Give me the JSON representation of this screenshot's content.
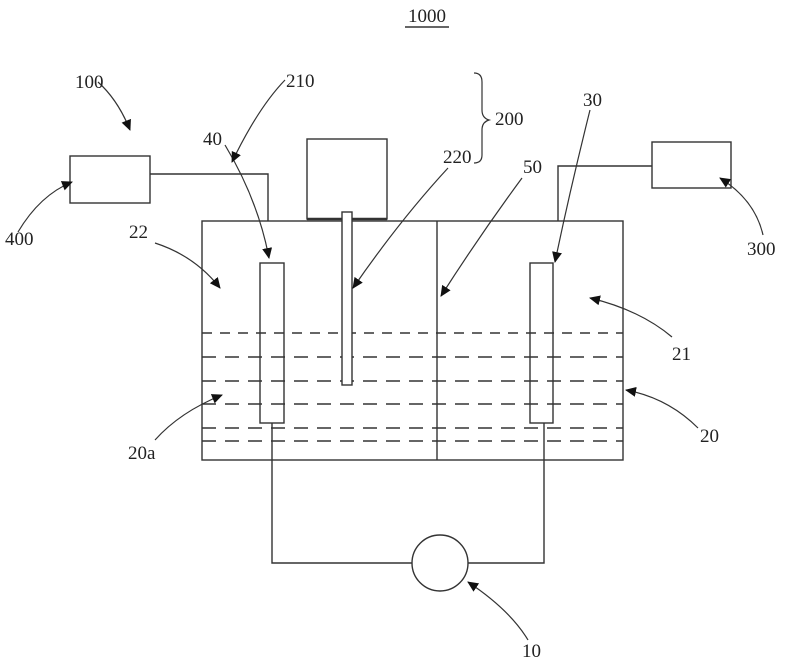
{
  "figure": {
    "title": "1000",
    "title_underlined": true
  },
  "components": [
    {
      "id": "400",
      "name": "box-400",
      "type": "rectangle"
    },
    {
      "id": "300",
      "name": "box-300",
      "type": "rectangle"
    },
    {
      "id": "210",
      "name": "box-210",
      "type": "rectangle"
    },
    {
      "id": "220",
      "name": "probe-220",
      "type": "rod"
    },
    {
      "id": "40",
      "name": "electrode-40",
      "type": "electrode"
    },
    {
      "id": "30",
      "name": "electrode-30",
      "type": "electrode"
    },
    {
      "id": "50",
      "name": "partition-50",
      "type": "divider"
    },
    {
      "id": "20",
      "name": "tank-20",
      "type": "container"
    },
    {
      "id": "21",
      "name": "chamber-21",
      "type": "chamber"
    },
    {
      "id": "22",
      "name": "chamber-22",
      "type": "chamber"
    },
    {
      "id": "20a",
      "name": "liquid-20a",
      "type": "liquid"
    },
    {
      "id": "10",
      "name": "power-source-10",
      "type": "circle"
    }
  ],
  "labels": {
    "l100": "100",
    "l40": "40",
    "l210": "210",
    "l200": "200",
    "l220": "220",
    "l50": "50",
    "l30": "30",
    "l400": "400",
    "l22": "22",
    "l300": "300",
    "l21": "21",
    "l20": "20",
    "l20a": "20a",
    "l10": "10"
  },
  "groups": [
    {
      "label": "200",
      "members": [
        "210",
        "220"
      ],
      "bracket": "curly-brace"
    }
  ]
}
